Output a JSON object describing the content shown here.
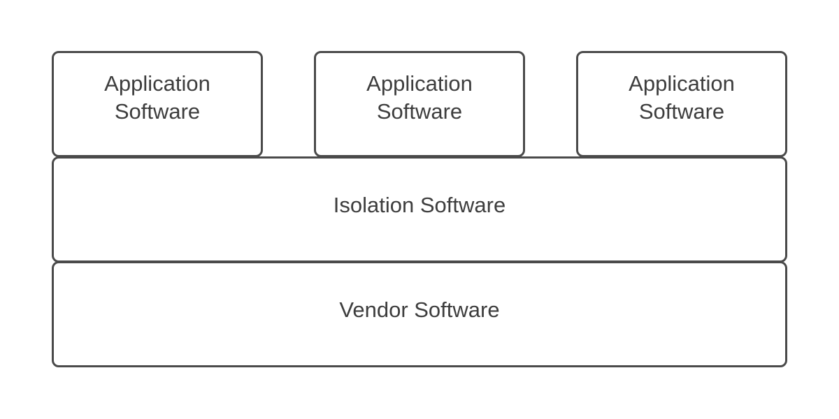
{
  "application_layer": [
    {
      "label": "Application\nSoftware"
    },
    {
      "label": "Application\nSoftware"
    },
    {
      "label": "Application\nSoftware"
    }
  ],
  "isolation_layer": {
    "label": "Isolation Software"
  },
  "vendor_layer": {
    "label": "Vendor Software"
  },
  "colors": {
    "border": "#4a4a4a",
    "text": "#3d3d3d",
    "background": "#ffffff"
  }
}
